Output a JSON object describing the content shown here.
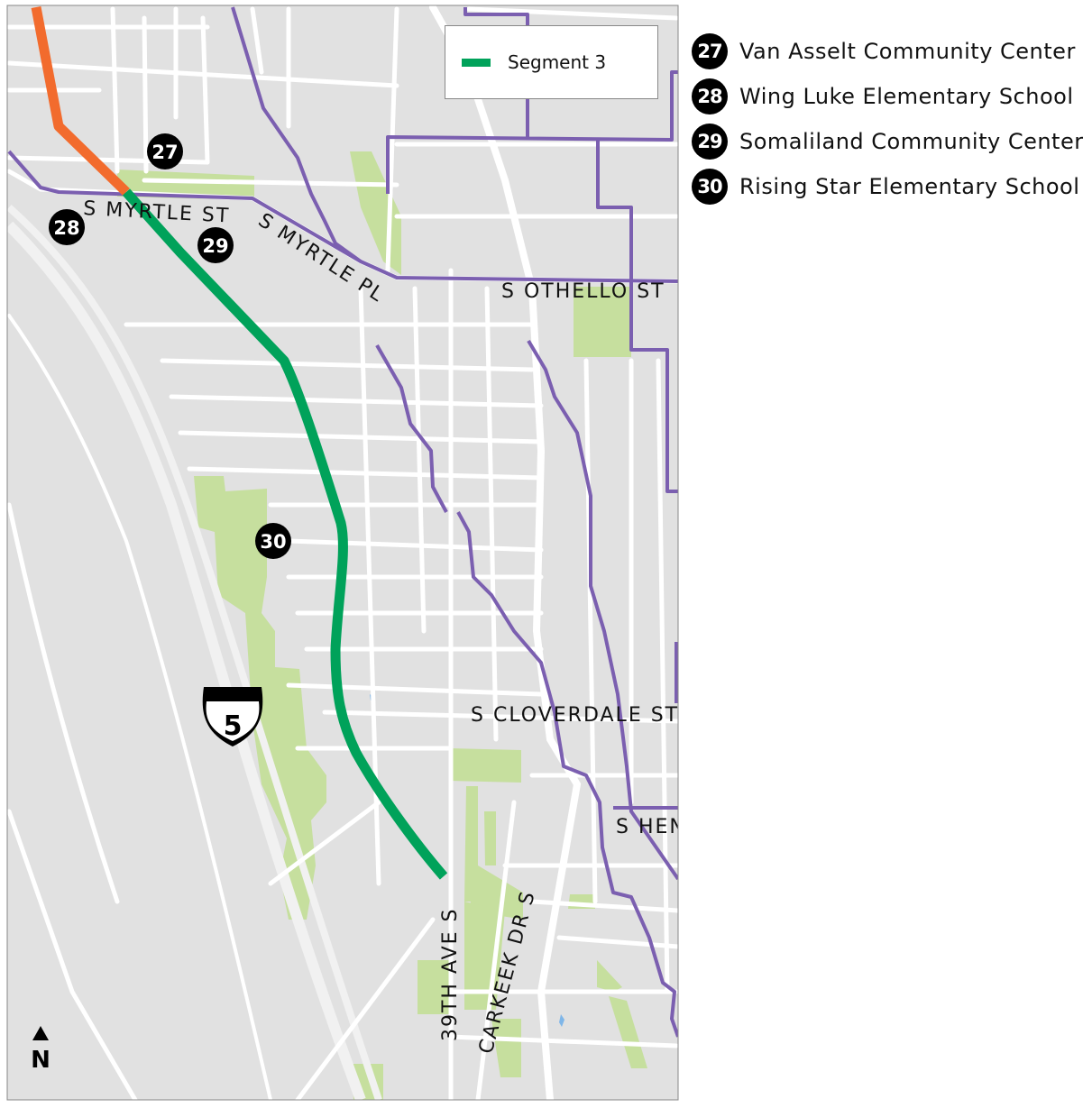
{
  "legend": {
    "items": [
      {
        "label": "Segment 3",
        "color": "#00a25a"
      }
    ]
  },
  "routes": {
    "segment3_color": "#00a25a",
    "adjacent_color": "#f26b2d",
    "bike_route_color": "#7b5fb0"
  },
  "colors": {
    "land": "#e1e1e1",
    "park": "#c6df9e",
    "road": "#ffffff",
    "water": "#7fb6e8"
  },
  "poi_markers": [
    {
      "num": "27",
      "name": "Van Asselt Community Center"
    },
    {
      "num": "28",
      "name": "Wing Luke Elementary School"
    },
    {
      "num": "29",
      "name": "Somaliland Community Center"
    },
    {
      "num": "30",
      "name": "Rising Star Elementary School"
    }
  ],
  "streets": {
    "myrtle_st": "S MYRTLE ST",
    "myrtle_pl": "S MYRTLE PL",
    "othello": "S OTHELLO ST",
    "cloverdale": "S CLOVERDALE ST",
    "henderson": "S HEN",
    "ave39": "39TH AVE S",
    "carkeek": "CARKEEK DR S"
  },
  "highway_shield": "5",
  "north_arrow": "N"
}
